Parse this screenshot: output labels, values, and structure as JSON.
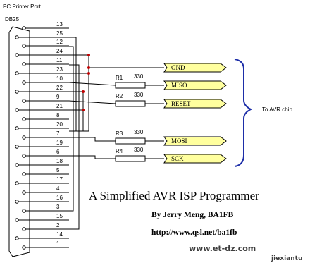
{
  "header": {
    "port_label": "PC Printer Port",
    "connector_label": "DB25"
  },
  "pins_right": [
    "13",
    "12",
    "11",
    "10",
    "9",
    "8",
    "7",
    "6",
    "5",
    "4",
    "3",
    "2",
    "1"
  ],
  "pins_left": [
    "25",
    "24",
    "23",
    "22",
    "21",
    "20",
    "19",
    "18",
    "17",
    "16",
    "15",
    "14"
  ],
  "resistors": [
    {
      "name": "R1",
      "value": "330"
    },
    {
      "name": "R2",
      "value": "330"
    },
    {
      "name": "R3",
      "value": "330"
    },
    {
      "name": "R4",
      "value": "330"
    }
  ],
  "signals": [
    "GND",
    "MISO",
    "RESET",
    "MOSI",
    "SCK"
  ],
  "target_label": "To AVR chip",
  "title": "A Simplified AVR ISP Programmer",
  "author": "By Jerry Meng, BA1FB",
  "url": "http://www.qsl.net/ba1fb",
  "watermark": {
    "main": "www.et-dz.com",
    "sub": "jiexiantu",
    "colors": {
      "text": "#3d3d3d",
      "accent": "#c3141b",
      "green": "#1f8f1f"
    }
  },
  "colors": {
    "wire": "#000000",
    "signal_fill": "#ffff9e",
    "bracket": "#1d2ea8",
    "junction": "#c00000"
  }
}
